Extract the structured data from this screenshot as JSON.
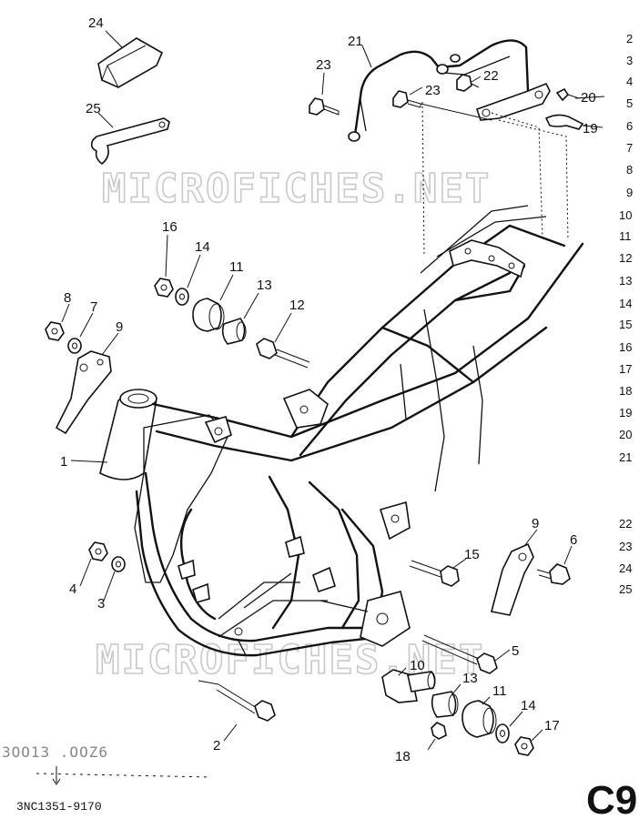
{
  "diagram": {
    "callouts": [
      {
        "id": "c24",
        "label": "24"
      },
      {
        "id": "c25",
        "label": "25"
      },
      {
        "id": "c21",
        "label": "21"
      },
      {
        "id": "c23a",
        "label": "23"
      },
      {
        "id": "c23b",
        "label": "23"
      },
      {
        "id": "c22",
        "label": "22"
      },
      {
        "id": "c20",
        "label": "20"
      },
      {
        "id": "c19",
        "label": "19"
      },
      {
        "id": "c16a",
        "label": "16"
      },
      {
        "id": "c14a",
        "label": "14"
      },
      {
        "id": "c11a",
        "label": "11"
      },
      {
        "id": "c13a",
        "label": "13"
      },
      {
        "id": "c12",
        "label": "12"
      },
      {
        "id": "c8",
        "label": "8"
      },
      {
        "id": "c7",
        "label": "7"
      },
      {
        "id": "c9a",
        "label": "9"
      },
      {
        "id": "c1",
        "label": "1"
      },
      {
        "id": "c4",
        "label": "4"
      },
      {
        "id": "c3",
        "label": "3"
      },
      {
        "id": "c9b",
        "label": "9"
      },
      {
        "id": "c6",
        "label": "6"
      },
      {
        "id": "c15",
        "label": "15"
      },
      {
        "id": "c5",
        "label": "5"
      },
      {
        "id": "c10",
        "label": "10"
      },
      {
        "id": "c13b",
        "label": "13"
      },
      {
        "id": "c11b",
        "label": "11"
      },
      {
        "id": "c14b",
        "label": "14"
      },
      {
        "id": "c17",
        "label": "17"
      },
      {
        "id": "c18",
        "label": "18"
      },
      {
        "id": "c2",
        "label": "2"
      }
    ],
    "index_numbers": [
      "2",
      "3",
      "4",
      "5",
      "6",
      "7",
      "8",
      "9",
      "10",
      "11",
      "12",
      "13",
      "14",
      "15",
      "16",
      "17",
      "18",
      "19",
      "20",
      "21",
      "22",
      "23",
      "24",
      "25"
    ],
    "watermark": "MICROFICHES.NET",
    "part_code": "3NC1351-9170",
    "page_label": "C9",
    "stamp_text": "3OO13 .OOZ6"
  }
}
